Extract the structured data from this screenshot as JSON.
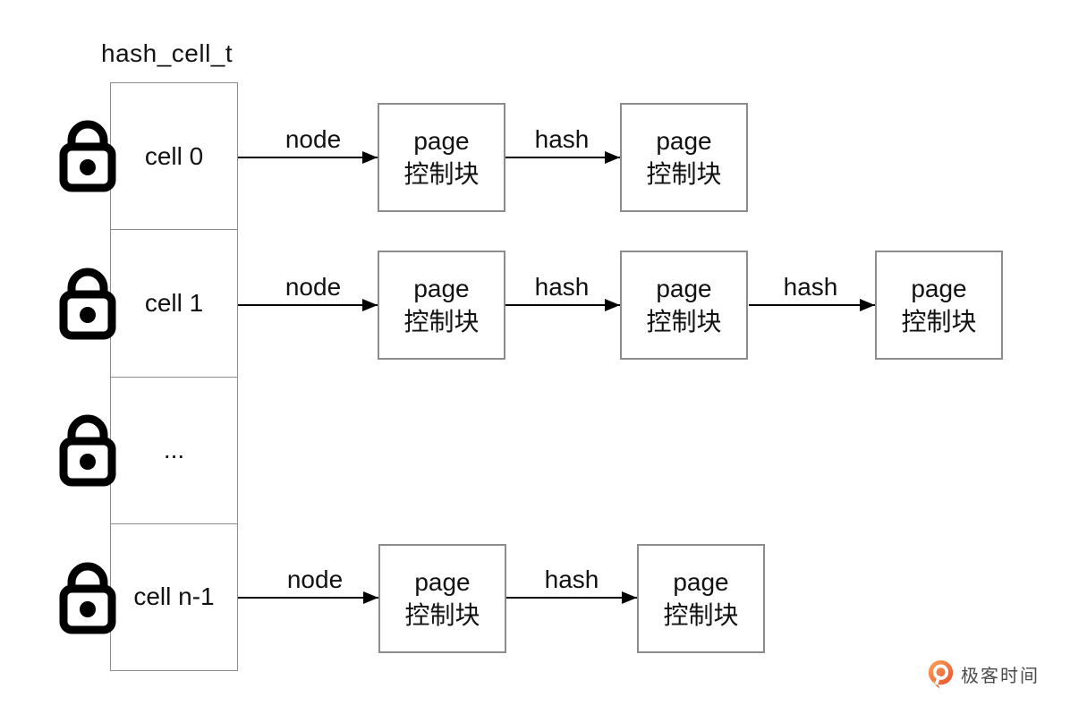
{
  "diagram": {
    "title": "hash_cell_t",
    "cells": [
      {
        "label": "cell 0",
        "locked": true
      },
      {
        "label": "cell 1",
        "locked": true
      },
      {
        "label": "...",
        "locked": true
      },
      {
        "label": "cell n-1",
        "locked": true
      }
    ],
    "page_block": {
      "line1": "page",
      "line2": "控制块"
    },
    "rows": [
      {
        "from_cell": "cell 0",
        "arrows": [
          "node",
          "hash"
        ],
        "page_blocks": 2
      },
      {
        "from_cell": "cell 1",
        "arrows": [
          "node",
          "hash",
          "hash"
        ],
        "page_blocks": 3
      },
      {
        "from_cell": "...",
        "arrows": [],
        "page_blocks": 0
      },
      {
        "from_cell": "cell n-1",
        "arrows": [
          "node",
          "hash"
        ],
        "page_blocks": 2
      }
    ],
    "colors": {
      "box_border": "#8c8c8c",
      "text": "#111111",
      "arrow": "#000000"
    }
  },
  "branding": {
    "logo_text": "极客时间",
    "logo_orange_light": "#f9a55a",
    "logo_orange_dark": "#e94f2b",
    "text_color": "#4b4b4b"
  }
}
